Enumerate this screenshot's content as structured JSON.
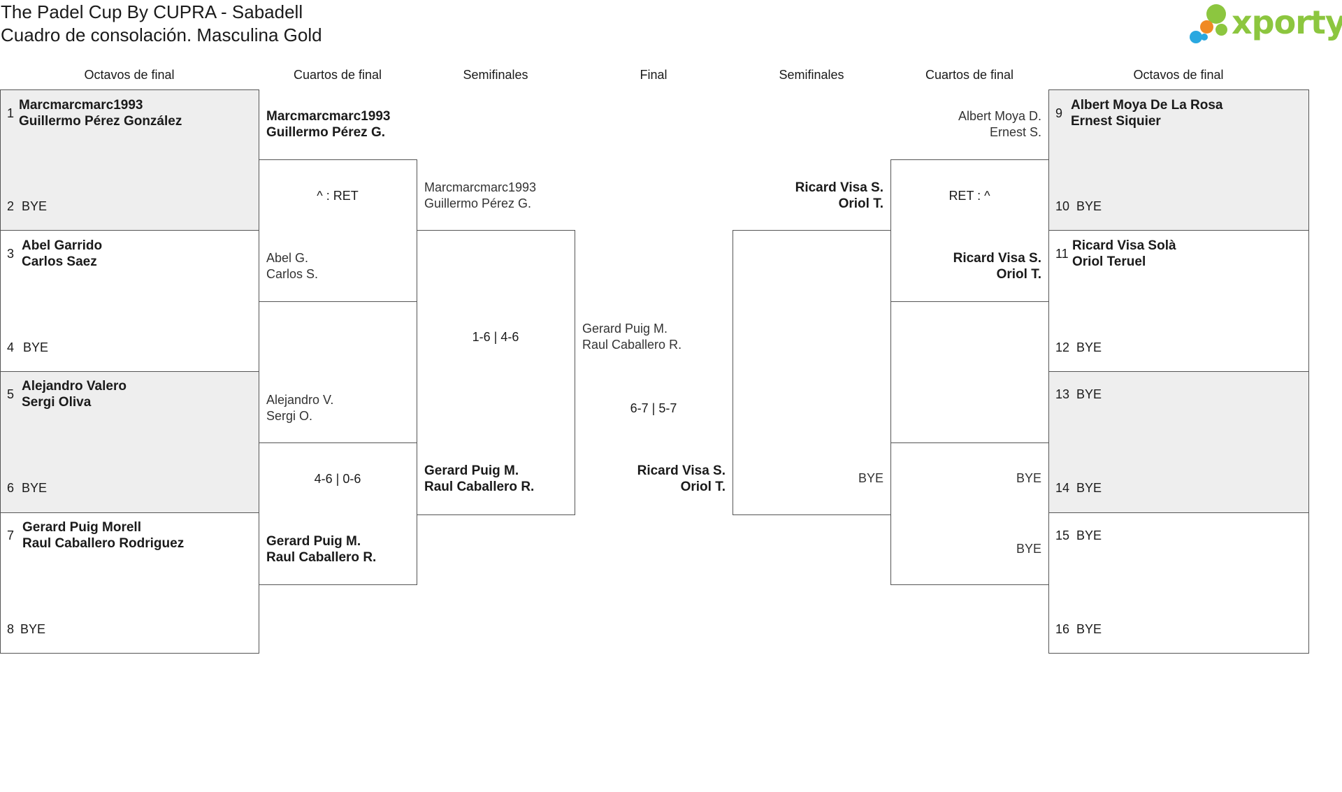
{
  "header": {
    "title": "The Padel Cup By CUPRA - Sabadell",
    "subtitle": "Cuadro de consolación. Masculina Gold",
    "logo_text": "xporty"
  },
  "columns": [
    "Octavos de final",
    "Cuartos de final",
    "Semifinales",
    "Final",
    "Semifinales",
    "Cuartos de final",
    "Octavos de final"
  ],
  "left": {
    "r16": [
      {
        "seed": "1",
        "p1": "Marcmarcmarc1993",
        "p2": "Guillermo Pérez González"
      },
      {
        "seed": "2",
        "p1": "BYE"
      },
      {
        "seed": "3",
        "p1": "Abel Garrido",
        "p2": "Carlos Saez"
      },
      {
        "seed": "4",
        "p1": "BYE"
      },
      {
        "seed": "5",
        "p1": "Alejandro Valero",
        "p2": "Sergi Oliva"
      },
      {
        "seed": "6",
        "p1": "BYE"
      },
      {
        "seed": "7",
        "p1": "Gerard Puig Morell",
        "p2": "Raul Caballero Rodriguez"
      },
      {
        "seed": "8",
        "p1": "BYE"
      }
    ],
    "qf": [
      {
        "p1": "Marcmarcmarc1993",
        "p2": "Guillermo Pérez G."
      },
      {
        "p1": "Abel G.",
        "p2": "Carlos S."
      },
      {
        "p1": "Alejandro V.",
        "p2": "Sergi O."
      },
      {
        "p1": "Gerard Puig M.",
        "p2": "Raul Caballero R."
      }
    ],
    "qf_scores": [
      "^ : RET",
      "4-6 | 0-6"
    ],
    "sf": [
      {
        "p1": "Marcmarcmarc1993",
        "p2": "Guillermo Pérez G."
      },
      {
        "p1": "Gerard Puig M.",
        "p2": "Raul Caballero R."
      }
    ],
    "sf_score": "1-6 | 4-6"
  },
  "final": {
    "top": {
      "p1": "Gerard Puig M.",
      "p2": "Raul Caballero R."
    },
    "bottom": {
      "p1": "Ricard Visa S.",
      "p2": "Oriol T."
    },
    "score": "6-7 | 5-7"
  },
  "right": {
    "r16": [
      {
        "seed": "9",
        "p1": "Albert Moya De La Rosa",
        "p2": "Ernest Siquier"
      },
      {
        "seed": "10",
        "p1": "BYE"
      },
      {
        "seed": "11",
        "p1": "Ricard Visa Solà",
        "p2": "Oriol Teruel"
      },
      {
        "seed": "12",
        "p1": "BYE"
      },
      {
        "seed": "13",
        "p1": "BYE"
      },
      {
        "seed": "14",
        "p1": "BYE"
      },
      {
        "seed": "15",
        "p1": "BYE"
      },
      {
        "seed": "16",
        "p1": "BYE"
      }
    ],
    "qf": [
      {
        "p1": "Albert Moya D.",
        "p2": "Ernest S."
      },
      {
        "p1": "Ricard Visa S.",
        "p2": "Oriol T."
      },
      {
        "p1": "BYE"
      },
      {
        "p1": "BYE"
      }
    ],
    "qf_scores": [
      "RET : ^"
    ],
    "sf": [
      {
        "p1": "Ricard Visa S.",
        "p2": "Oriol T."
      },
      {
        "p1": "BYE"
      }
    ]
  },
  "colors": {
    "border": "#555555",
    "shaded": "#eeeeee",
    "logo_green": "#8cc63f",
    "logo_blue": "#29a8e0",
    "logo_orange": "#f08a24"
  }
}
